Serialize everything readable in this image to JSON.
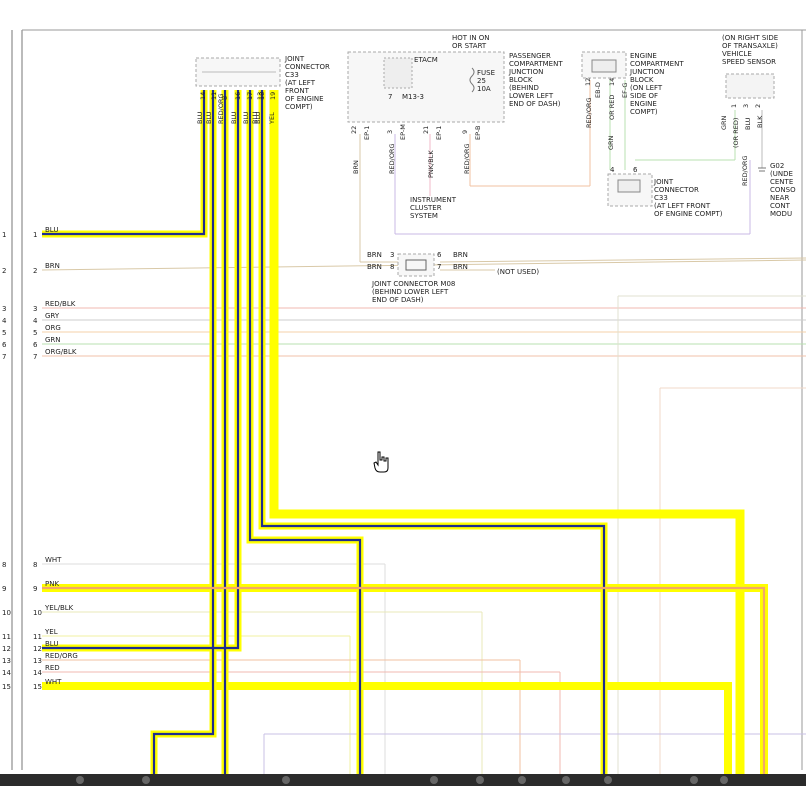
{
  "joint_connector_c33_top": {
    "title_lines": [
      "JOINT",
      "CONNECTOR",
      "C33",
      "(AT LEFT",
      "FRONT",
      "OF ENGINE",
      "COMPT)"
    ],
    "pins": [
      "14",
      "11",
      "8",
      "16",
      "17",
      "18",
      "13",
      "19"
    ],
    "wires": [
      "BLU",
      "BLU",
      "RED/ORG",
      "BLU",
      "BLU",
      "BLU",
      "BLU",
      "YEL"
    ]
  },
  "etacm": {
    "label": "ETACM",
    "connector": "M13-3",
    "pin_left": "7",
    "top_lines": [
      "HOT IN ON",
      "OR START"
    ],
    "fuse_lines": [
      "FUSE",
      "25",
      "10A"
    ],
    "block_lines": [
      "PASSENGER",
      "COMPARTMENT",
      "JUNCTION",
      "BLOCK",
      "(BEHIND",
      "LOWER LEFT",
      "END OF DASH)"
    ],
    "pins_bottom": [
      "22",
      "3",
      "21",
      "9"
    ],
    "codes_bottom": [
      "EP-1",
      "EP-M",
      "EP-1",
      "EP-B"
    ],
    "wires_bottom": [
      "BRN",
      "RED/ORG",
      "PNK/BLK",
      "RED/ORG"
    ]
  },
  "engine_compartment_block": {
    "lines": [
      "ENGINE",
      "COMPARTMENT",
      "JUNCTION",
      "BLOCK",
      "(ON LEFT",
      "SIDE OF",
      "ENGINE",
      "COMPT)"
    ],
    "pins": [
      "12",
      "14"
    ],
    "codes": [
      "EB-D",
      "EF-G"
    ],
    "wires": [
      "RED/ORG",
      "GRN",
      "OR RED"
    ]
  },
  "vehicle_speed_sensor": {
    "lines": [
      "(ON RIGHT SIDE",
      "OF TRANSAXLE)",
      "VEHICLE",
      "SPEED SENSOR"
    ],
    "pins": [
      "1",
      "3",
      "2"
    ],
    "wires": [
      "GRN",
      "(OR RED)",
      "BLU",
      "BLK"
    ]
  },
  "ground_g02": {
    "lines": [
      "G02",
      "(UNDE",
      "CENTE",
      "CONSO",
      "NEAR",
      "CONT",
      "MODU"
    ]
  },
  "joint_connector_c33_mid": {
    "lines": [
      "JOINT",
      "CONNECTOR",
      "C33",
      "(AT LEFT FRONT",
      "OF ENGINE COMPT)"
    ],
    "pins": [
      "4",
      "6"
    ]
  },
  "instrument_cluster": {
    "lines": [
      "INSTRUMENT",
      "CLUSTER",
      "SYSTEM"
    ]
  },
  "joint_connector_m08": {
    "lines": [
      "JOINT CONNECTOR M08",
      "(BEHIND LOWER LEFT",
      "END OF DASH)"
    ],
    "left_pins": [
      "3",
      "8"
    ],
    "right_pins": [
      "6",
      "7"
    ],
    "left_wires": [
      "BRN",
      "BRN"
    ],
    "right_wires": [
      "BRN",
      "BRN"
    ],
    "not_used": "(NOT USED)",
    "extra_wire": "RED/ORG"
  },
  "wires_left": [
    {
      "n": "1",
      "outer": "1",
      "color": "BLU"
    },
    {
      "n": "2",
      "outer": "2",
      "color": "BRN"
    },
    {
      "n": "3",
      "outer": "3",
      "color": "RED/BLK"
    },
    {
      "n": "4",
      "outer": "4",
      "color": "GRY"
    },
    {
      "n": "5",
      "outer": "5",
      "color": "ORG"
    },
    {
      "n": "6",
      "outer": "6",
      "color": "GRN"
    },
    {
      "n": "7",
      "outer": "7",
      "color": "ORG/BLK"
    },
    {
      "n": "8",
      "outer": "8",
      "color": "WHT"
    },
    {
      "n": "9",
      "outer": "9",
      "color": "PNK"
    },
    {
      "n": "10",
      "outer": "10",
      "color": "YEL/BLK"
    },
    {
      "n": "11",
      "outer": "11",
      "color": "YEL"
    },
    {
      "n": "12",
      "outer": "12",
      "color": "BLU"
    },
    {
      "n": "13",
      "outer": "13",
      "color": "RED/ORG"
    },
    {
      "n": "14",
      "outer": "14",
      "color": "RED"
    },
    {
      "n": "15",
      "outer": "15",
      "color": "WHT"
    }
  ],
  "colors": {
    "highlight": "#ffff00",
    "blue_wire": "#1f2d8f",
    "highlight_orange": "#f2a86a",
    "brn": "#d9c9a8",
    "red": "#f0b8b0",
    "grn": "#b8e0b0",
    "violet": "#c9b8e6"
  }
}
